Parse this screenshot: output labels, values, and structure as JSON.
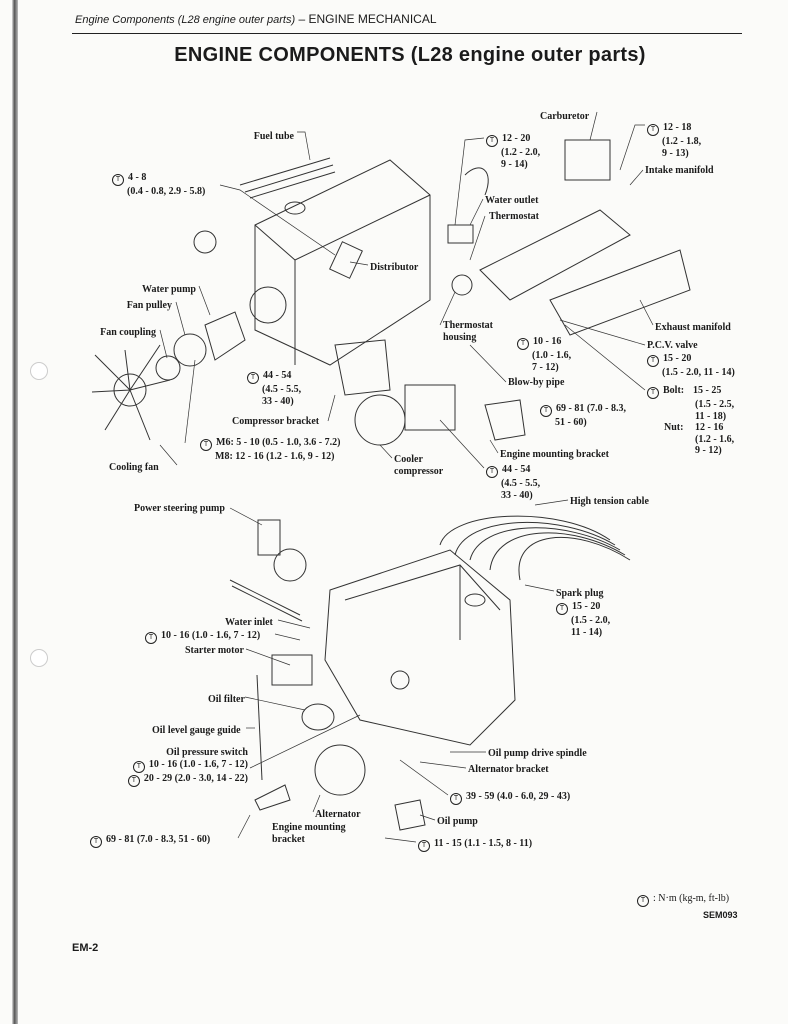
{
  "header": {
    "section_italic": "Engine Components (L28 engine outer parts)",
    "section": "– ENGINE MECHANICAL"
  },
  "title": "ENGINE COMPONENTS (L28 engine outer parts)",
  "torque_symbol": "T",
  "callouts": {
    "fuel_tube": "Fuel tube",
    "t_4_8": [
      "4 - 8",
      "(0.4 - 0.8, 2.9 - 5.8)"
    ],
    "distributor": "Distributor",
    "water_pump": "Water pump",
    "fan_pulley": "Fan pulley",
    "fan_coupling": "Fan coupling",
    "t_44_54_a": [
      "44 - 54",
      "(4.5 - 5.5,",
      "33 - 40)"
    ],
    "compressor_bracket": "Compressor bracket",
    "t_m6_m8": [
      "M6: 5 - 10 (0.5 - 1.0, 3.6 - 7.2)",
      "M8: 12 - 16 (1.2 - 1.6, 9 - 12)"
    ],
    "cooling_fan": "Cooling fan",
    "cooler_compressor": [
      "Cooler",
      "compressor"
    ],
    "carburetor": "Carburetor",
    "t_12_20": [
      "12 - 20",
      "(1.2 - 2.0,",
      "9 - 14)"
    ],
    "t_12_18": [
      "12 - 18",
      "(1.2 - 1.8,",
      "9 - 13)"
    ],
    "intake_manifold": "Intake manifold",
    "water_outlet": "Water outlet",
    "thermostat": "Thermostat",
    "thermostat_housing": [
      "Thermostat",
      "housing"
    ],
    "t_10_16_a": [
      "10 - 16",
      "(1.0 - 1.6,",
      "7 - 12)"
    ],
    "exhaust_manifold": "Exhaust manifold",
    "pcv_valve": "P.C.V. valve",
    "t_15_20_a": [
      "15 - 20",
      "(1.5 - 2.0, 11 - 14)"
    ],
    "blow_by_pipe": "Blow-by pipe",
    "t_bolt_nut": [
      "Bolt:",
      "15 - 25",
      "(1.5 - 2.5,",
      "11 - 18)",
      "Nut:",
      "12 - 16",
      "(1.2 - 1.6,",
      "9 - 12)"
    ],
    "t_69_81_a": [
      "69 - 81 (7.0 - 8.3,",
      "51 - 60)"
    ],
    "engine_mounting_bracket_a": "Engine mounting bracket",
    "t_44_54_b": [
      "44 - 54",
      "(4.5 - 5.5,",
      "33 - 40)"
    ],
    "high_tension_cable": "High tension cable",
    "power_steering_pump": "Power steering pump",
    "spark_plug": "Spark plug",
    "t_15_20_b": [
      "15 - 20",
      "(1.5 - 2.0,",
      "11 - 14)"
    ],
    "water_inlet": "Water inlet",
    "t_10_16_b": "10 - 16 (1.0 - 1.6, 7 - 12)",
    "starter_motor": "Starter motor",
    "oil_filter": "Oil filter",
    "oil_level_gauge_guide": "Oil level gauge guide",
    "oil_pressure_switch": "Oil pressure switch",
    "t_10_16_c": "10 - 16 (1.0 - 1.6, 7 - 12)",
    "t_20_29": "20 - 29 (2.0 - 3.0, 14 - 22)",
    "oil_pump_drive_spindle": "Oil pump drive spindle",
    "alternator_bracket": "Alternator bracket",
    "t_39_59": "39 - 59 (4.0 - 6.0, 29 - 43)",
    "alternator": "Alternator",
    "oil_pump": "Oil pump",
    "engine_mounting_bracket_b": [
      "Engine mounting",
      "bracket"
    ],
    "t_69_81_b": "69 - 81 (7.0 - 8.3, 51 - 60)",
    "t_11_15": "11 - 15 (1.1 - 1.5, 8 - 11)"
  },
  "legend": ": N·m (kg-m, ft-lb)",
  "figure_code": "SEM093",
  "page_number": "EM-2"
}
